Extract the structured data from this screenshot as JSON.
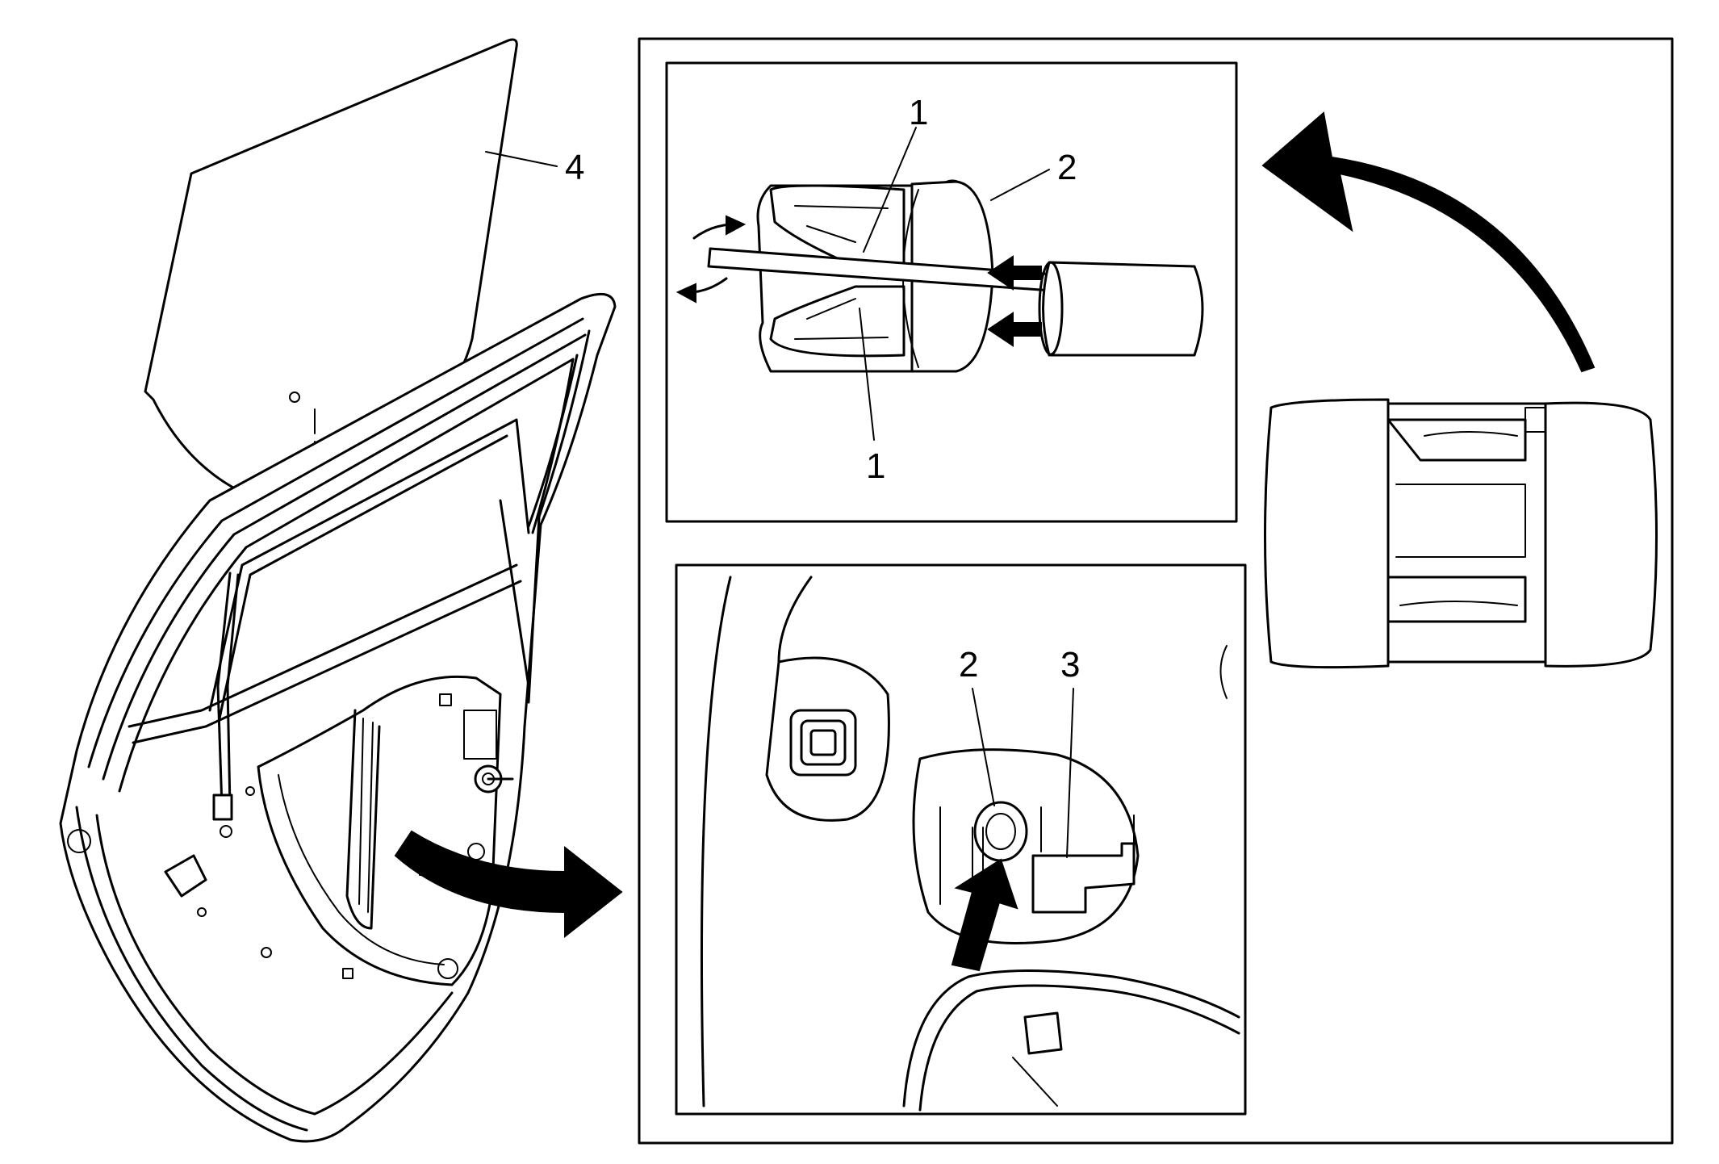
{
  "figure": {
    "palette": {
      "line": "#000000",
      "paper": "#ffffff"
    },
    "callouts": {
      "retainer_tab_upper": "1",
      "retainer_tab_lower": "1",
      "fastener_detail": "2",
      "fastener_installed": "2",
      "window_channel": "3",
      "window_glass": "4"
    }
  }
}
